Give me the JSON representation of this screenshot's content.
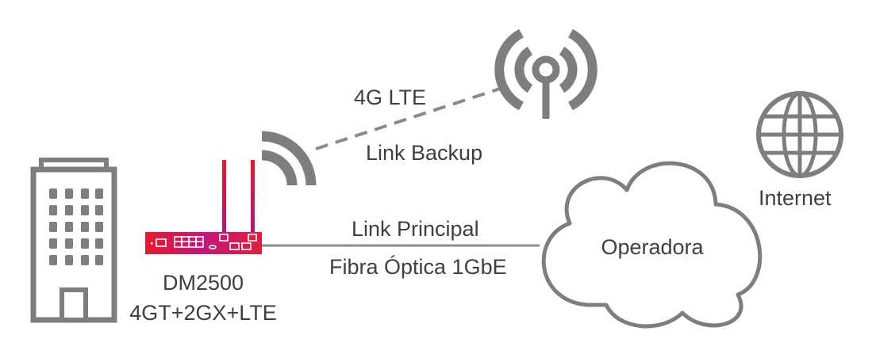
{
  "labels": {
    "wireless_tech": "4G LTE",
    "backup_link": "Link Backup",
    "main_link": "Link Principal",
    "main_link_medium": "Fibra Óptica 1GbE",
    "carrier": "Operadora",
    "internet": "Internet",
    "device_model": "DM2500",
    "device_ports": "4GT+2GX+LTE"
  },
  "colors": {
    "icon_gray": "#7e7e80",
    "line_gray": "#8a8a8a",
    "text": "#3f3f3f",
    "device_gradient_start": "#e8192c",
    "device_gradient_mid": "#c4177a",
    "device_gradient_end": "#e01f3a"
  },
  "icons": {
    "building": "building-icon",
    "router": "router-device-icon",
    "wifi_signal": "wireless-signal-icon",
    "cell_tower": "cell-tower-icon",
    "cloud": "cloud-icon",
    "globe": "globe-icon"
  }
}
